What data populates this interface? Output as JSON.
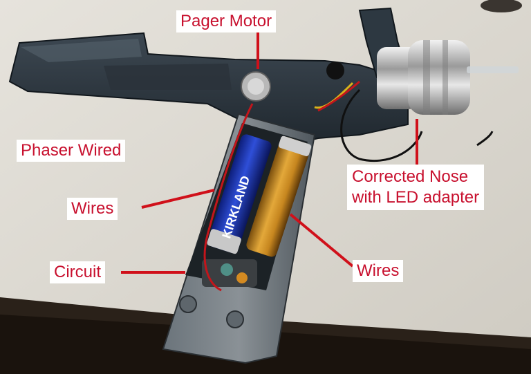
{
  "photo": {
    "subject": "phaser-prop-wiring"
  },
  "labels": {
    "pager_motor": "Pager Motor",
    "phaser_wired": "Phaser Wired",
    "wires_left": "Wires",
    "circuit": "Circuit",
    "wires_right": "Wires",
    "corrected_nose_line1": "Corrected Nose",
    "corrected_nose_line2": "with LED adapter",
    "battery_brand": "KIRKLAND"
  },
  "colors": {
    "label_text": "#c8102e",
    "label_bg": "#ffffff",
    "leader_line": "#d0101a"
  }
}
